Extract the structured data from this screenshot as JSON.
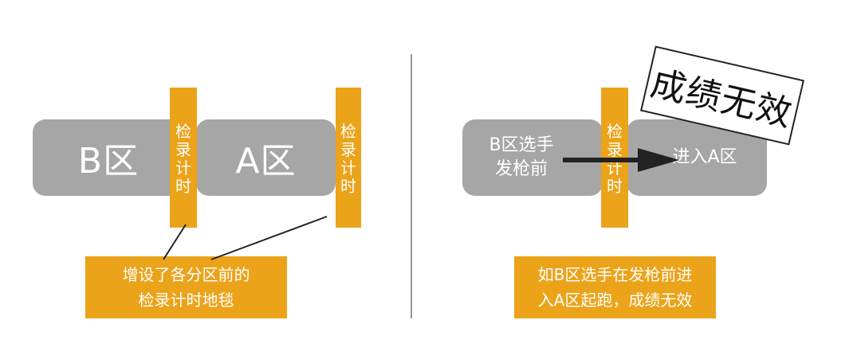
{
  "left": {
    "zone_b": "B区",
    "zone_a": "A区",
    "mat1": [
      "检",
      "录",
      "计",
      "时"
    ],
    "mat2": [
      "检",
      "录",
      "计",
      "时"
    ],
    "caption": [
      "增设了各分区前的",
      "检录计时地毯"
    ]
  },
  "right": {
    "zone_b": [
      "B区选手",
      "发枪前"
    ],
    "zone_a": "进入A区",
    "mat": [
      "检",
      "录",
      "计",
      "时"
    ],
    "stamp": "成绩无效",
    "caption": [
      "如B区选手在发枪前进",
      "入A区起跑，成绩无效"
    ]
  },
  "colors": {
    "zone": "#a6a6a6",
    "mat": "#eba31a",
    "divider": "#9a9a9a",
    "arrow": "#222222"
  }
}
